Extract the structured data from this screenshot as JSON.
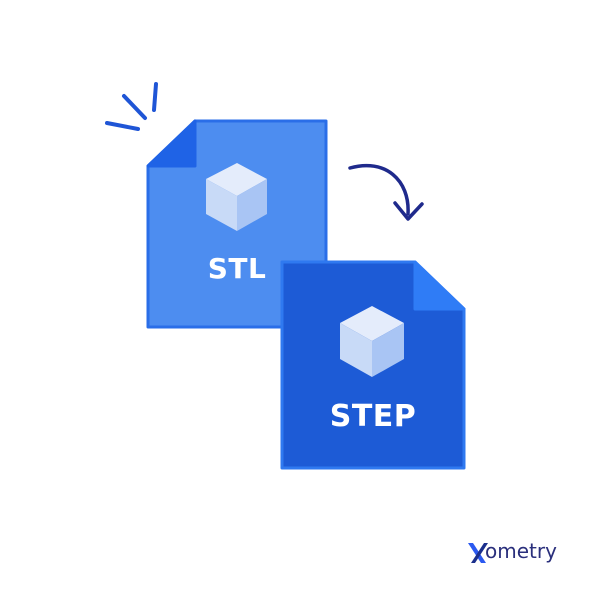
{
  "files": [
    {
      "id": "source",
      "label": "STL",
      "fill": "#4d8df0",
      "border": "#2a6ee8",
      "fold": "#1f63e6"
    },
    {
      "id": "target",
      "label": "STEP",
      "fill": "#1d5bd6",
      "border": "#2f79f0",
      "fold": "#2f7cf6"
    }
  ],
  "colors": {
    "cube_top": "#e4ecfb",
    "cube_left": "#c8daf7",
    "cube_right": "#a9c5f4",
    "arrow": "#1f2a8c",
    "spark": "#1f55d6",
    "brand_x": "#2b59f0",
    "brand_text": "#2a2f7c"
  },
  "brand": {
    "mark": "X",
    "text": "ometry"
  },
  "icons": [
    "spark-lines-icon",
    "file-fold-icon",
    "cube-icon",
    "curved-arrow-icon"
  ]
}
